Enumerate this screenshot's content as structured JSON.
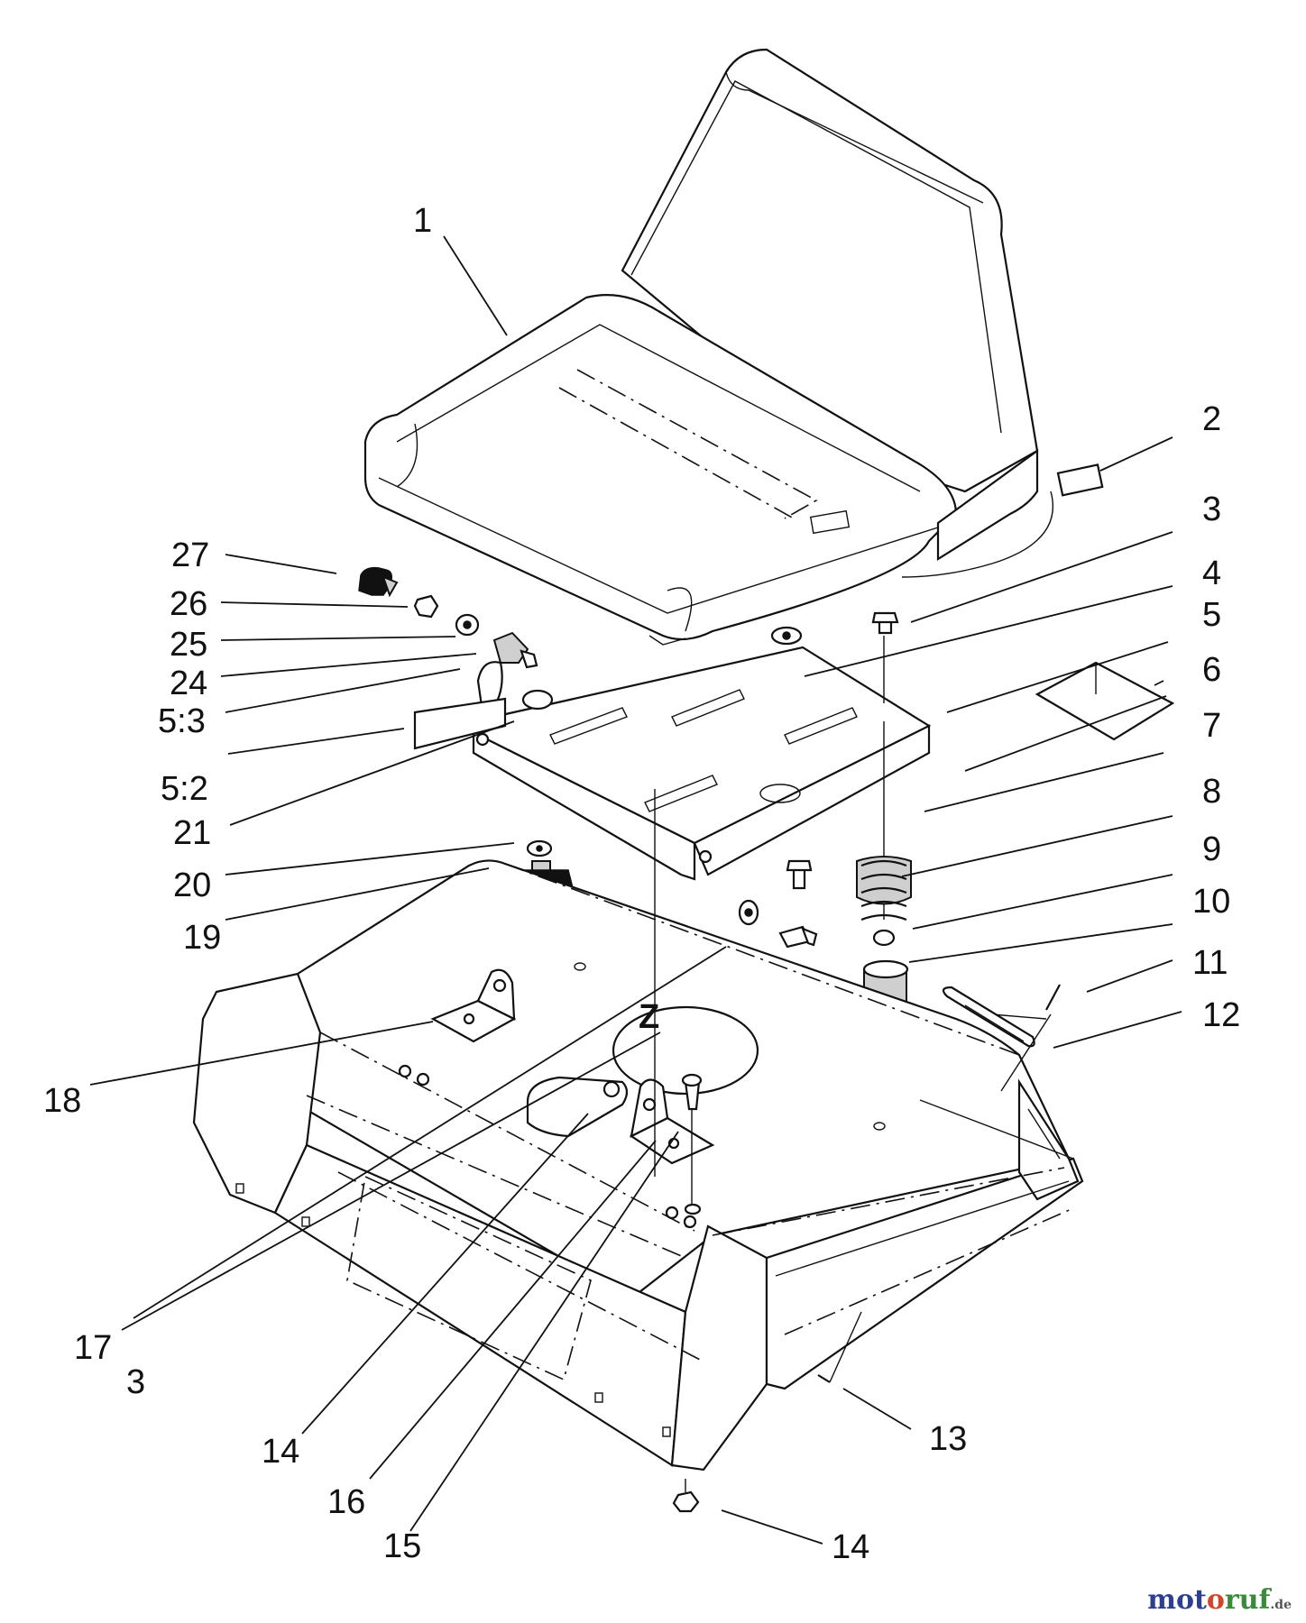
{
  "callouts": [
    {
      "id": "c1",
      "label": "1"
    },
    {
      "id": "c2",
      "label": "2"
    },
    {
      "id": "c3a",
      "label": "3"
    },
    {
      "id": "c4",
      "label": "4"
    },
    {
      "id": "c5",
      "label": "5"
    },
    {
      "id": "c6",
      "label": "6"
    },
    {
      "id": "c7",
      "label": "7"
    },
    {
      "id": "c8",
      "label": "8"
    },
    {
      "id": "c9",
      "label": "9"
    },
    {
      "id": "c10",
      "label": "10"
    },
    {
      "id": "c11",
      "label": "11"
    },
    {
      "id": "c12",
      "label": "12"
    },
    {
      "id": "c13",
      "label": "13"
    },
    {
      "id": "c14a",
      "label": "14"
    },
    {
      "id": "c14b",
      "label": "14"
    },
    {
      "id": "c15",
      "label": "15"
    },
    {
      "id": "c16",
      "label": "16"
    },
    {
      "id": "c17",
      "label": "17"
    },
    {
      "id": "c3b",
      "label": "3"
    },
    {
      "id": "c18",
      "label": "18"
    },
    {
      "id": "c19",
      "label": "19"
    },
    {
      "id": "c20",
      "label": "20"
    },
    {
      "id": "c21",
      "label": "21"
    },
    {
      "id": "c52",
      "label": "5:2"
    },
    {
      "id": "c53",
      "label": "5:3"
    },
    {
      "id": "c24",
      "label": "24"
    },
    {
      "id": "c25",
      "label": "25"
    },
    {
      "id": "c26",
      "label": "26"
    },
    {
      "id": "c27",
      "label": "27"
    }
  ],
  "z_marker": "Z",
  "watermark": {
    "part1": "mot",
    "part2": "o",
    "part3": "ruf",
    "tld": ".de"
  }
}
